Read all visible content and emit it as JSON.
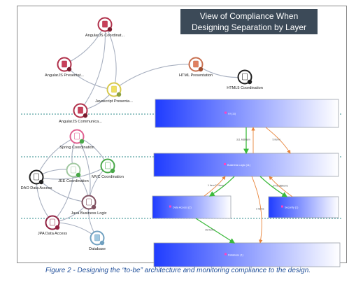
{
  "title": {
    "line1": "View of Compliance When",
    "line2": "Designing Separation by Layer"
  },
  "caption": "Figure 2 - Designing the “to-be” architecture and monitoring compliance to the design.",
  "colors": {
    "layer_gradient_start": "#1f3cff",
    "layer_gradient_end": "#ffffff",
    "compliant_edge": "#3cba3c",
    "violation_edge": "#e8843a",
    "graph_edge": "#a8b0c0",
    "divider": "#2e8b8b",
    "title_bg": "#3c4a58"
  },
  "graph_nodes": [
    {
      "id": "angular-coord",
      "label": "AngularJS Coordinat...",
      "ring": "#b0304a",
      "fill": "#c8405a",
      "badge": "#7a1c2e"
    },
    {
      "id": "angular-present",
      "label": "AngularJS Presentat...",
      "ring": "#b0304a",
      "fill": "#c8405a",
      "badge": "#7a1c2e"
    },
    {
      "id": "js-present",
      "label": "Javascript Presenta...",
      "ring": "#d6c84a",
      "fill": "#f0e060",
      "badge": "#8aa040"
    },
    {
      "id": "html-present",
      "label": "HTML Presentation",
      "ring": "#c87050",
      "fill": "#e08060",
      "badge": "#a05030"
    },
    {
      "id": "html5-coord",
      "label": "HTML5 Coordination",
      "ring": "#202020",
      "fill": "#ffffff",
      "badge": "#202020"
    },
    {
      "id": "angular-comm",
      "label": "AngularJS Communica...",
      "ring": "#b0304a",
      "fill": "#c8405a",
      "badge": "#7a1c2e"
    },
    {
      "id": "spring-coord",
      "label": "Spring Coordination",
      "ring": "#e06090",
      "fill": "#ffffff",
      "badge": "#48a848"
    },
    {
      "id": "jee-coord",
      "label": "JEE Coordination",
      "ring": "#a0c8a0",
      "fill": "#ffffff",
      "badge": "#48a848"
    },
    {
      "id": "mvc-coord",
      "label": "MVC Coordination",
      "ring": "#48a848",
      "fill": "#ffffff",
      "badge": "#48a848"
    },
    {
      "id": "dao-access",
      "label": "DAO Data Access",
      "ring": "#202020",
      "fill": "#ffffff",
      "badge": "#202020"
    },
    {
      "id": "java-logic",
      "label": "Java Business Logic",
      "ring": "#805060",
      "fill": "#ffffff",
      "badge": "#805060"
    },
    {
      "id": "jpa-access",
      "label": "JPA Data Access",
      "ring": "#902040",
      "fill": "#ffffff",
      "badge": "#902040"
    },
    {
      "id": "database",
      "label": "Database",
      "ring": "#70a0c0",
      "fill": "#a0c8e0",
      "badge": "#70a0c0"
    }
  ],
  "graph_edges": [
    [
      "angular-coord",
      "js-present"
    ],
    [
      "angular-present",
      "js-present"
    ],
    [
      "js-present",
      "html-present"
    ],
    [
      "html-present",
      "html5-coord"
    ],
    [
      "js-present",
      "angular-comm"
    ],
    [
      "angular-comm",
      "angular-coord"
    ],
    [
      "angular-coord",
      "angular-present"
    ],
    [
      "spring-coord",
      "dao-access"
    ],
    [
      "spring-coord",
      "java-logic"
    ],
    [
      "spring-coord",
      "jee-coord"
    ],
    [
      "spring-coord",
      "mvc-coord"
    ],
    [
      "jee-coord",
      "dao-access"
    ],
    [
      "jee-coord",
      "java-logic"
    ],
    [
      "mvc-coord",
      "java-logic"
    ],
    [
      "mvc-coord",
      "dao-access"
    ],
    [
      "dao-access",
      "jpa-access"
    ],
    [
      "java-logic",
      "jpa-access"
    ],
    [
      "java-logic",
      "database"
    ],
    [
      "jpa-access",
      "database"
    ],
    [
      "dao-access",
      "java-logic"
    ],
    [
      "jee-coord",
      "jpa-access"
    ]
  ],
  "layers": [
    {
      "id": "layer-ui",
      "label": "UI (11)"
    },
    {
      "id": "layer-logic",
      "label": "Business Logic (11)"
    },
    {
      "id": "layer-data",
      "label": "Data Access (2)"
    },
    {
      "id": "layer-security",
      "label": "Security (1)"
    },
    {
      "id": "layer-database",
      "label": "Database (1)"
    }
  ],
  "layer_edges": [
    {
      "from": "layer-ui",
      "to": "layer-logic",
      "label": "311 items",
      "kind": "compliant"
    },
    {
      "from": "layer-logic",
      "to": "layer-ui",
      "label": "1 item",
      "kind": "violation"
    },
    {
      "from": "layer-ui",
      "to": "layer-logic",
      "label": "5 items",
      "kind": "violation"
    },
    {
      "from": "layer-logic",
      "to": "layer-data",
      "label": "37 items",
      "kind": "compliant"
    },
    {
      "from": "layer-data",
      "to": "layer-logic",
      "label": "1 item",
      "kind": "violation"
    },
    {
      "from": "layer-logic",
      "to": "layer-security",
      "label": "34 items",
      "kind": "compliant"
    },
    {
      "from": "layer-security",
      "to": "layer-logic",
      "label": "2 items",
      "kind": "violation"
    },
    {
      "from": "layer-data",
      "to": "layer-database",
      "label": "89 items",
      "kind": "compliant"
    },
    {
      "from": "layer-logic",
      "to": "layer-database",
      "label": "3 items",
      "kind": "violation"
    }
  ]
}
